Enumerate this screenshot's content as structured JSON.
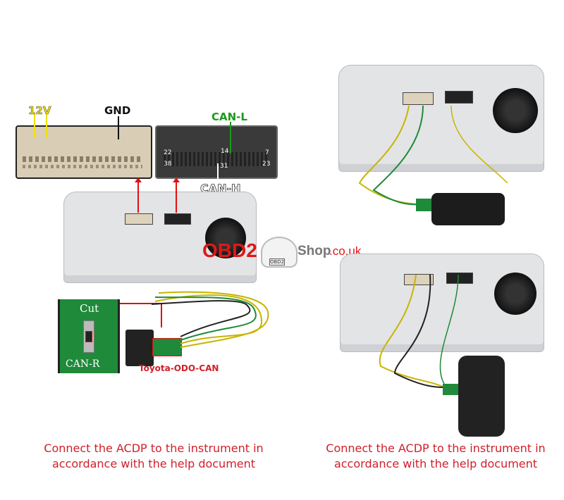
{
  "connector_labels": {
    "v12": "12V",
    "gnd": "GND",
    "can_l": "CAN-L",
    "can_h": "CAN-H"
  },
  "pin_numbers": {
    "p22": "22",
    "p14": "14",
    "p7": "7",
    "p38": "38",
    "p31": "31",
    "p23": "23"
  },
  "board": {
    "cut": "Cut",
    "can_r": "CAN-R"
  },
  "cable_label": "Toyota-ODO-CAN",
  "watermark": {
    "obd2": "OBD2",
    "shop": "Shop",
    ".co.uk": ".co.uk",
    "badge": "OBD2"
  },
  "captions": {
    "left": [
      "Connect the ACDP to the instrument in",
      "accordance with the help document"
    ],
    "right": [
      "Connect the ACDP to the instrument in",
      "accordance with the help document"
    ]
  },
  "colors": {
    "accent": "#d0202a",
    "can_l": "#1a9a1a",
    "v12": "#f0e000"
  }
}
